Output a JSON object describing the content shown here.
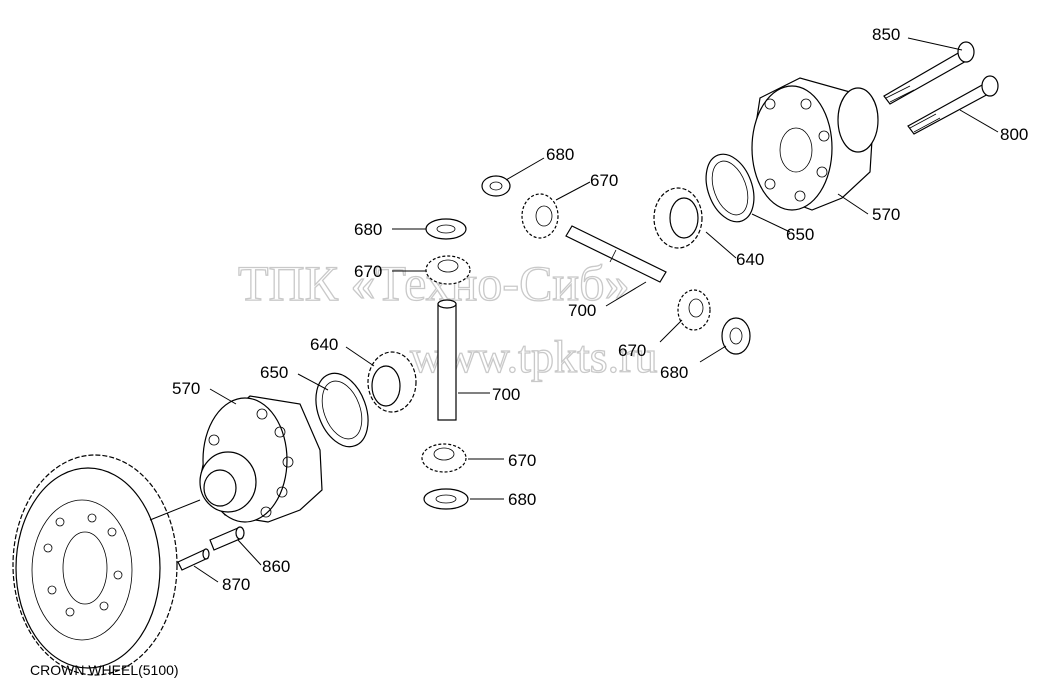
{
  "watermark": {
    "line1": "ТПК «Техно-Сиб»",
    "line2": "www.tpkts.ru"
  },
  "caption": "CROWN WHEEL(5100)",
  "labels": {
    "l850": "850",
    "l800": "800",
    "l570_top": "570",
    "l650_right": "650",
    "l640_right": "640",
    "l680_top": "680",
    "l670_top": "670",
    "l680_left": "680",
    "l670_left": "670",
    "l700_mid": "700",
    "l670_right": "670",
    "l680_right": "680",
    "l640_left": "640",
    "l650_left": "650",
    "l570_left": "570",
    "l700_lower": "700",
    "l670_lower": "670",
    "l680_lower": "680",
    "l860": "860",
    "l870": "870"
  }
}
